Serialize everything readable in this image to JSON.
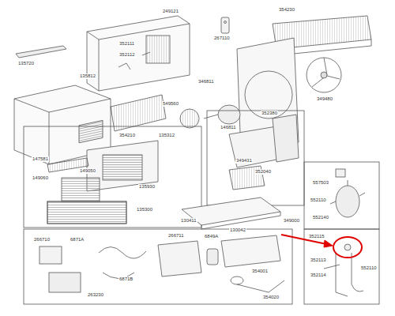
{
  "diagram": {
    "labels": [
      "249121",
      "352111",
      "352112",
      "135812",
      "135720",
      "354210",
      "267110",
      "354230",
      "346811",
      "549560",
      "146811",
      "349480",
      "352380",
      "349431",
      "352040",
      "135312",
      "147581",
      "149050",
      "135930",
      "135300",
      "149060",
      "130411",
      "349000",
      "557503",
      "552110",
      "552140",
      "266710",
      "6871A",
      "263230",
      "6871B",
      "266711",
      "6849A",
      "130042",
      "354001",
      "354020",
      "352115",
      "352113",
      "352114",
      "552110"
    ]
  }
}
